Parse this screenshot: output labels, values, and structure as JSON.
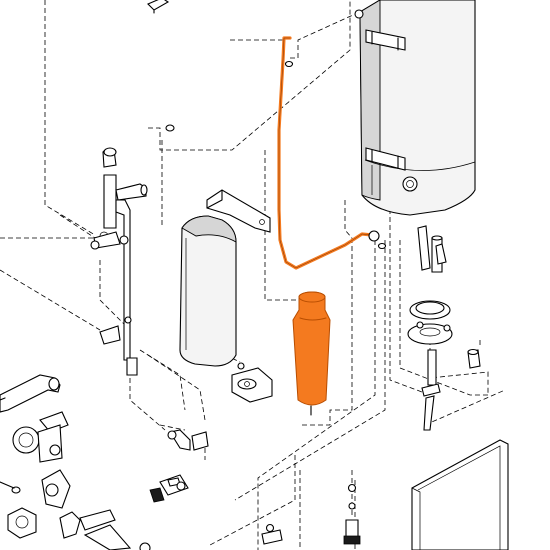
{
  "colors": {
    "highlight": "#f47a1f",
    "line": "#000000",
    "background": "#ffffff"
  },
  "diagram": {
    "kind": "exploded-parts-view",
    "highlighted_parts": [
      "pipe-connection",
      "expansion-cylinder"
    ]
  }
}
